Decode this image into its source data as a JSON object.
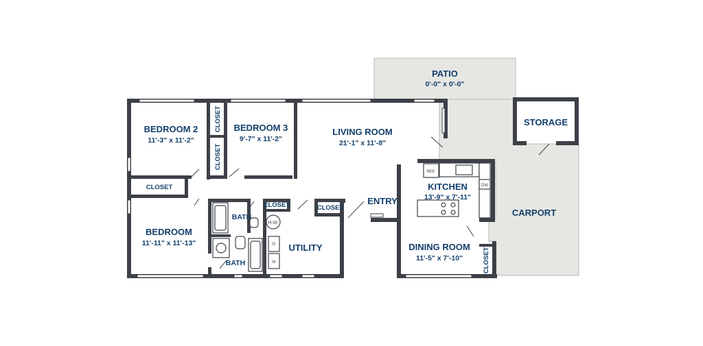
{
  "rooms": {
    "patio": {
      "label": "PATIO",
      "dims": "0'-0\" x 0'-0\""
    },
    "bedroom2": {
      "label": "BEDROOM 2",
      "dims": "11'-3\" x 11'-2\""
    },
    "bedroom3": {
      "label": "BEDROOM 3",
      "dims": "9'-7\" x 11'-2\""
    },
    "living_room": {
      "label": "LIVING ROOM",
      "dims": "21'-1\" x 11'-8\""
    },
    "storage": {
      "label": "STORAGE"
    },
    "kitchen": {
      "label": "KITCHEN",
      "dims": "13'-9\" x 7'-11\""
    },
    "carport": {
      "label": "CARPORT"
    },
    "bedroom": {
      "label": "BEDROOM",
      "dims": "11'-11\" x 11'-13\""
    },
    "dining_room": {
      "label": "DINING ROOM",
      "dims": "11'-5\" x 7'-10\""
    },
    "utility": {
      "label": "UTILITY"
    },
    "entry": {
      "label": "ENTRY"
    }
  },
  "closets": {
    "bed3_top": "CLOSET",
    "bed3_bottom": "CLOSET",
    "bedroom_closet": "CLOSET",
    "hall_closet_1": "CLOSET",
    "hall_closet_2": "CLOSET",
    "dining_closet": "CLOSET"
  },
  "baths": {
    "bath_upper": "BATH",
    "bath_lower": "BATH"
  },
  "fixtures": {
    "refrigerator": "REF.",
    "dishwasher": "DW",
    "water_heater": "H.W.",
    "dryer": "D",
    "washer": "W"
  },
  "colors": {
    "wall": "#3d4147",
    "label": "#123f6b",
    "outdoor": "#e6e7e3"
  }
}
